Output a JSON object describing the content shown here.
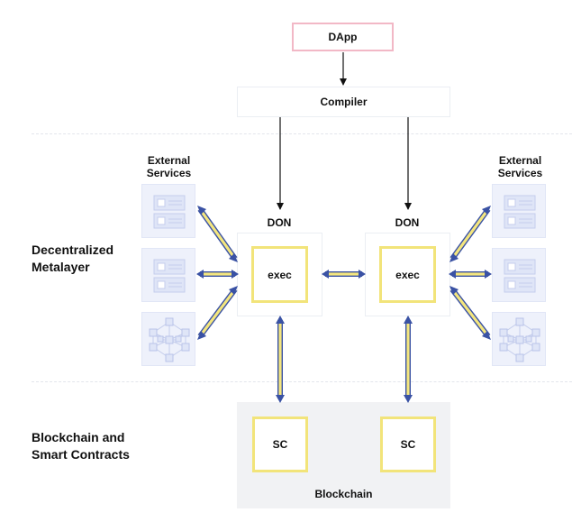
{
  "nodes": {
    "dapp": "DApp",
    "compiler": "Compiler",
    "don_left_label": "DON",
    "don_right_label": "DON",
    "exec_left": "exec",
    "exec_right": "exec",
    "sc_left": "SC",
    "sc_right": "SC",
    "blockchain": "Blockchain"
  },
  "external_services": {
    "left_label": "External Services",
    "right_label": "External Services",
    "left_icons": [
      "server-icon",
      "server-icon",
      "network-graph-icon"
    ],
    "right_icons": [
      "server-icon",
      "server-icon",
      "network-graph-icon"
    ]
  },
  "layers": {
    "metalayer": "Decentralized Metalayer",
    "blockchain_layer": "Blockchain and Smart Contracts"
  },
  "colors": {
    "dapp_border": "#f2b8c6",
    "exec_border": "#f2e47a",
    "arrow_fill": "#f4e67e",
    "arrow_outline": "#3a52a4",
    "service_bg": "#eef1fb",
    "blockchain_bg": "#f1f2f4"
  }
}
